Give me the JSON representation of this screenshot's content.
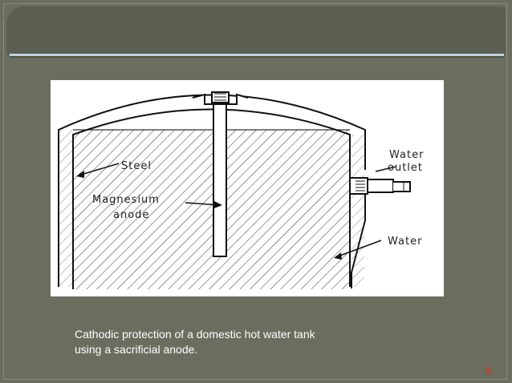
{
  "slide": {
    "caption_line1": "Cathodic protection of a domestic hot water tank",
    "caption_line2": "using a sacrificial anode.",
    "page_number": "6"
  },
  "diagram": {
    "labels": {
      "steel": "Steel",
      "magnesium": "Magnesium",
      "anode": "anode",
      "water_outlet_1": "Water",
      "water_outlet_2": "outlet",
      "water": "Water"
    }
  },
  "colors": {
    "background": "#6b6d5f",
    "title_bar": "#5d5f52",
    "rule": "#b9d3e0",
    "page_number": "#d63a1e"
  }
}
